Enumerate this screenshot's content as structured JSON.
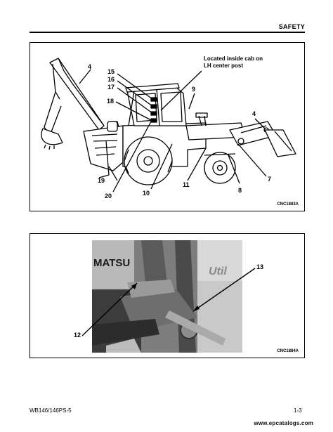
{
  "header": {
    "section": "SAFETY"
  },
  "figure1": {
    "code": "CNC1883A",
    "note_line1": "Located inside cab on",
    "note_line2": "LH center post",
    "callouts": {
      "c4a": "4",
      "c15": "15",
      "c16": "16",
      "c17": "17",
      "c18": "18",
      "c9": "9",
      "c4b": "4",
      "c19": "19",
      "c20": "20",
      "c10": "10",
      "c11": "11",
      "c8": "8",
      "c7": "7"
    }
  },
  "figure2": {
    "code": "CNC1884A",
    "callouts": {
      "c13": "13",
      "c12": "12"
    },
    "photo_text": {
      "brand": "MATSU",
      "decal": "Util"
    }
  },
  "footer": {
    "model": "WB146/146PS-5",
    "page": "1-3",
    "watermark": "www.epcatalogs.com"
  }
}
